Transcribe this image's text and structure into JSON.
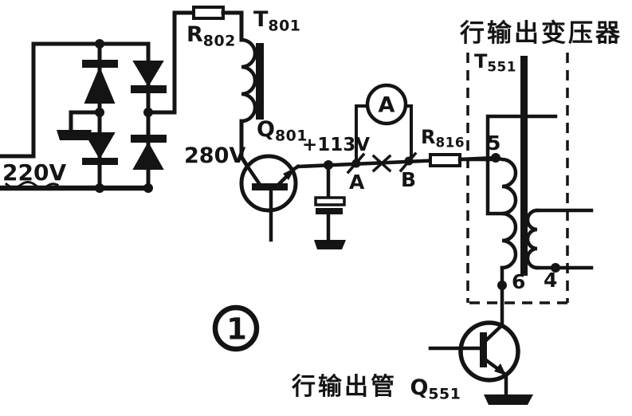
{
  "figure": {
    "number": "1",
    "title_top_right": "行输出变压器",
    "caption_bottom": "行输出管"
  },
  "voltages": {
    "ac_input": "220V",
    "primary_rail": "280V",
    "b_plus_rail": "+113V"
  },
  "meter": {
    "label": "A"
  },
  "test_points": {
    "a": "A",
    "b": "B"
  },
  "pins": {
    "pin5": "5",
    "pin6": "6",
    "pin4": "4"
  },
  "components": {
    "r802": {
      "prefix": "R",
      "sub": "802"
    },
    "t801": {
      "prefix": "T",
      "sub": "801"
    },
    "q801": {
      "prefix": "Q",
      "sub": "801"
    },
    "r816": {
      "prefix": "R",
      "sub": "816"
    },
    "t551": {
      "prefix": "T",
      "sub": "551"
    },
    "q551": {
      "prefix": "Q",
      "sub": "551"
    }
  },
  "colors": {
    "ink": "#141414",
    "paper": "#ffffff"
  }
}
